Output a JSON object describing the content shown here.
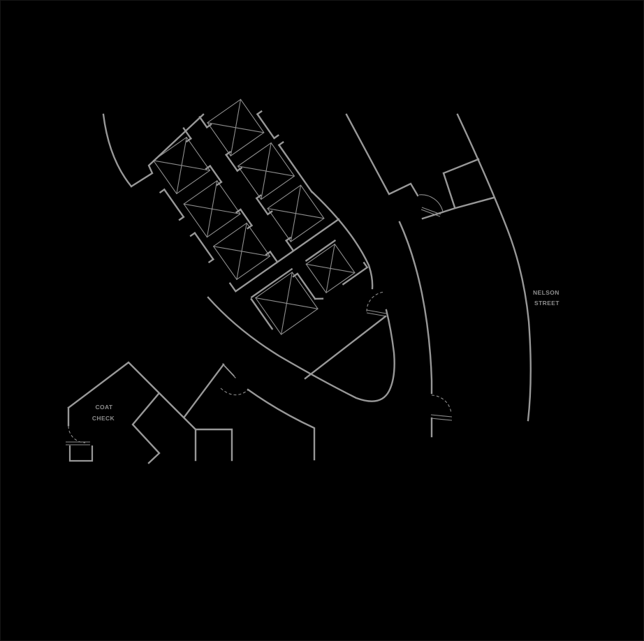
{
  "diagram": {
    "type": "architectural-floor-plan",
    "description": "Ground floor plan fragment: rotated elevator bank with eight x-marked shafts, curved lobby walls, door swings, coat check room, Nelson Street frontage",
    "elevator_shaft_count": 8,
    "door_swing_count": 5
  },
  "labels": {
    "street": {
      "line1": "NELSON",
      "line2": "STREET"
    },
    "coat_check": {
      "line1": "COAT",
      "line2": "CHECK"
    }
  },
  "colors": {
    "background": "#000000",
    "wall": "#989898",
    "thin_line": "#8f8f8f",
    "text": "#8d8d8d"
  }
}
